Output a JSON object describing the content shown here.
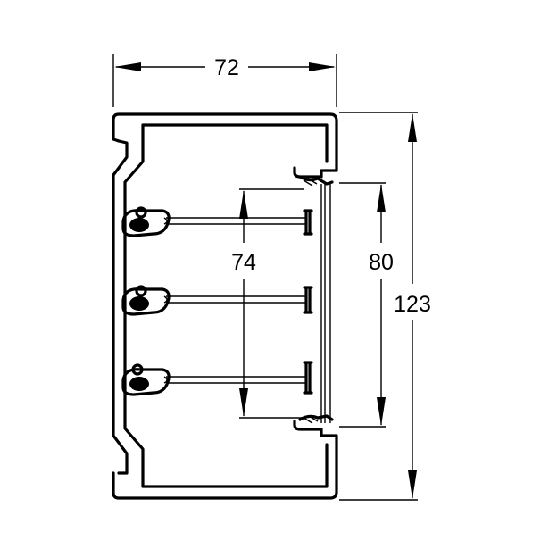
{
  "drawing": {
    "dimensions": {
      "width_top": "72",
      "inner_height": "74",
      "opening_height": "80",
      "total_height": "123"
    },
    "colors": {
      "ink": "#000000",
      "paper": "#ffffff"
    }
  }
}
